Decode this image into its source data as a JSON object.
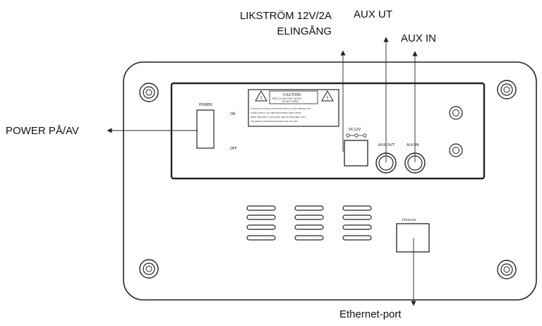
{
  "callouts": {
    "dc_input_line1": "LIKSTRÖM 12V/2A",
    "dc_input_line2": "ELINGÅNG",
    "aux_out": "AUX UT",
    "aux_in": "AUX IN",
    "power": "POWER PÅ/AV",
    "ethernet": "Ethernet-port"
  },
  "panel_labels": {
    "power_title": "POWER",
    "on": "ON",
    "off": "OFF",
    "dc": "DC12V",
    "aux_out": "AUX OUT",
    "aux_in": "AUX IN",
    "ethernet": "Ethernet",
    "caution_title": "CAUTION",
    "caution_sub_1": "RISK OF ELECTRIC SHOCK",
    "caution_sub_2": "DO NOT OPEN",
    "warning_1": "TO REDUCE THE RISK OF ELECTRIC SHOCK DO NOT REMOVE THE",
    "warning_2": "COVER OR BACK. NO USER-SERVICEABLE PARTS INSIDE.",
    "warning_3": "REFER SERVICING TO QUALIFIED SERVICE PERSONNEL ONLY.",
    "warning_4": "DISCONNECT POWER BEFORE SERVICING THE UNIT."
  },
  "colors": {
    "line": "#222222",
    "fill": "#ffffff"
  }
}
